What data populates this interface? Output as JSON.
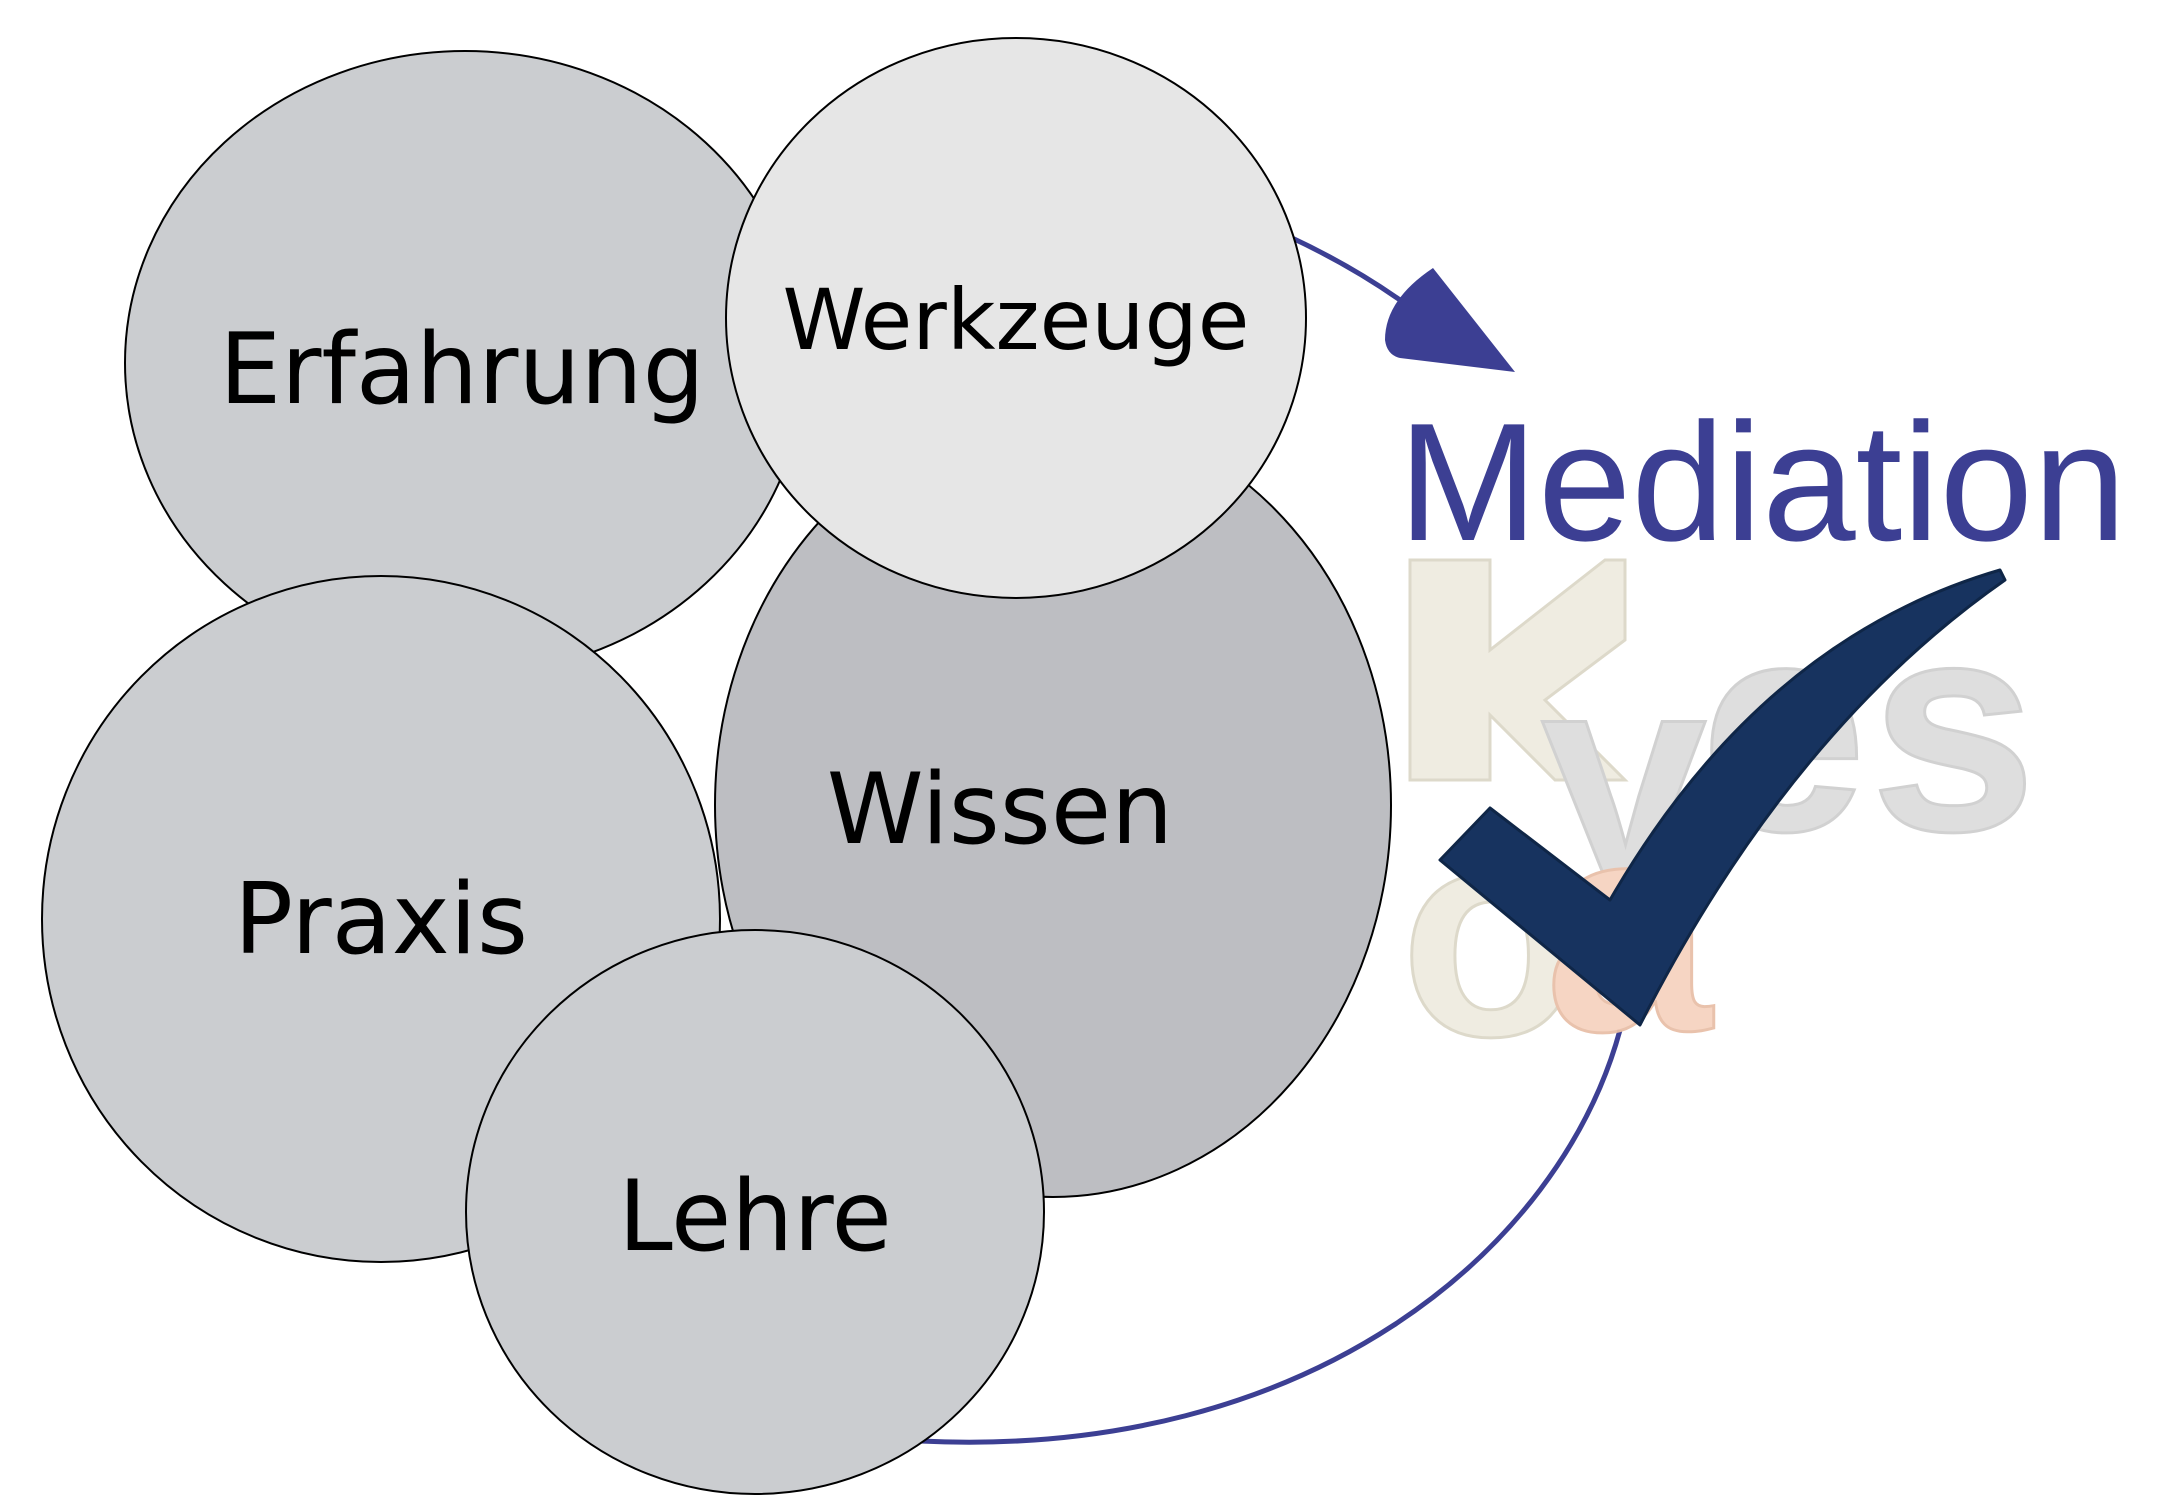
{
  "diagram": {
    "nodes": [
      {
        "id": "erfahrung",
        "label": "Erfahrung"
      },
      {
        "id": "werkzeuge",
        "label": "Werkzeuge"
      },
      {
        "id": "wissen",
        "label": "Wissen"
      },
      {
        "id": "praxis",
        "label": "Praxis"
      },
      {
        "id": "lehre",
        "label": "Lehre"
      }
    ],
    "target_label": "Mediation",
    "logo_letters": [
      "k",
      "y",
      "e",
      "s",
      "o",
      "a"
    ]
  },
  "colors": {
    "circle_light": "#cbcdd0",
    "circle_dark": "#bdbec2",
    "circle_tool": "#e6e6e6",
    "accent": "#3c3f93",
    "check": "#17335f",
    "logo_beige": "#efece0",
    "logo_gray": "#dddddd",
    "logo_salmon": "#f6d3c0"
  }
}
